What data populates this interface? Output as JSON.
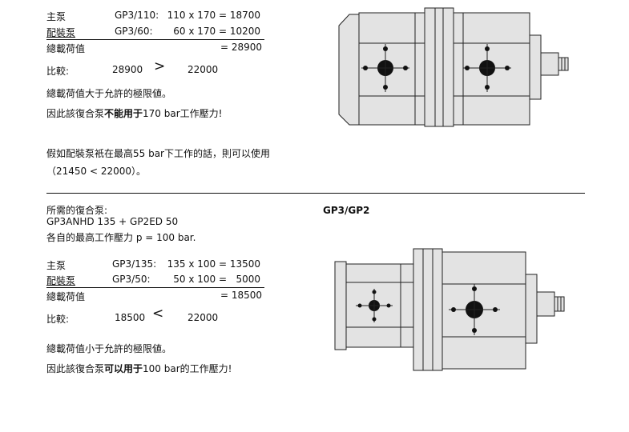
{
  "example1": {
    "rows": [
      {
        "label": "主泵",
        "model": "GP3/110:",
        "calc": "110 x 170 = 18700"
      },
      {
        "label": "配裝泵",
        "model": "GP3/60:",
        "calc": "60 x 170 = 10200"
      }
    ],
    "total_label": "總載荷值",
    "total_value": "= 28900",
    "compare": {
      "label": "比較:",
      "left": "28900",
      "op": ">",
      "right": "22000"
    },
    "line1": "總載荷值大于允許的極限値。",
    "line2_pre": "因此該復合泵",
    "line2_bold": "不能用于",
    "line2_post": "170 bar工作壓力!",
    "note1": "假如配裝泵衹在最高55  bar下工作的話，則可以使用",
    "note2": "（21450 < 22000）。"
  },
  "example2": {
    "heading": "GP3/GP2",
    "req1": "所需的復合泵:",
    "req2": "GP3ANHD 135 + GP2ED 50",
    "req3": "各自的最高工作壓力 p = 100 bar.",
    "rows": [
      {
        "label": "主泵",
        "model": "GP3/135:",
        "calc": "135 x 100 = 13500"
      },
      {
        "label": "配裝泵",
        "model": "GP3/50:",
        "calc": "50 x 100 =   5000"
      }
    ],
    "total_label": "總載荷值",
    "total_value": "= 18500",
    "compare": {
      "label": "比較:",
      "left": "18500",
      "op": "<",
      "right": "22000"
    },
    "line1": "總載荷值小于允許的極限値。",
    "line2_pre": "因此該復合泵",
    "line2_bold": "可以用于",
    "line2_post": "100 bar的工作壓力!"
  }
}
